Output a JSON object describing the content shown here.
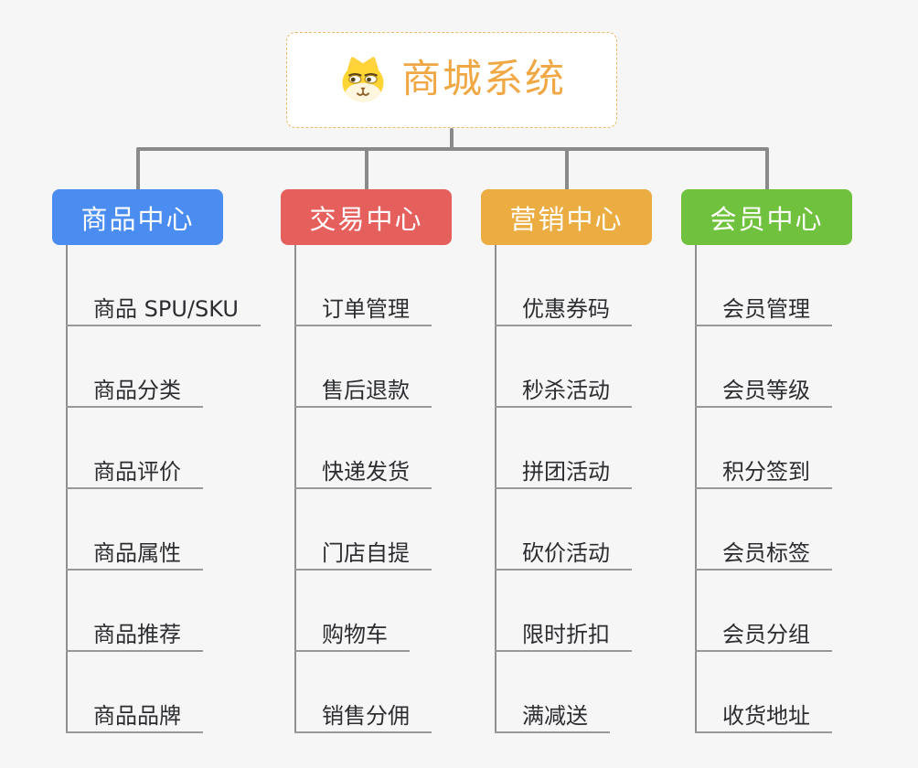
{
  "root": {
    "title": "商城系统",
    "icon": "dog-face-icon",
    "title_color": "#F0A845",
    "border_color": "#E8B969"
  },
  "connector_color": "#8A8A8A",
  "background_color": "#F6F6F6",
  "branches": [
    {
      "id": "product-center",
      "label": "商品中心",
      "color": "#4A8CEF",
      "items": [
        "商品 SPU/SKU",
        "商品分类",
        "商品评价",
        "商品属性",
        "商品推荐",
        "商品品牌"
      ]
    },
    {
      "id": "trade-center",
      "label": "交易中心",
      "color": "#E5605C",
      "items": [
        "订单管理",
        "售后退款",
        "快递发货",
        "门店自提",
        "购物车",
        "销售分佣"
      ]
    },
    {
      "id": "marketing-center",
      "label": "营销中心",
      "color": "#EBAC42",
      "items": [
        "优惠券码",
        "秒杀活动",
        "拼团活动",
        "砍价活动",
        "限时折扣",
        "满减送"
      ]
    },
    {
      "id": "member-center",
      "label": "会员中心",
      "color": "#70C13D",
      "items": [
        "会员管理",
        "会员等级",
        "积分签到",
        "会员标签",
        "会员分组",
        "收货地址"
      ]
    }
  ]
}
